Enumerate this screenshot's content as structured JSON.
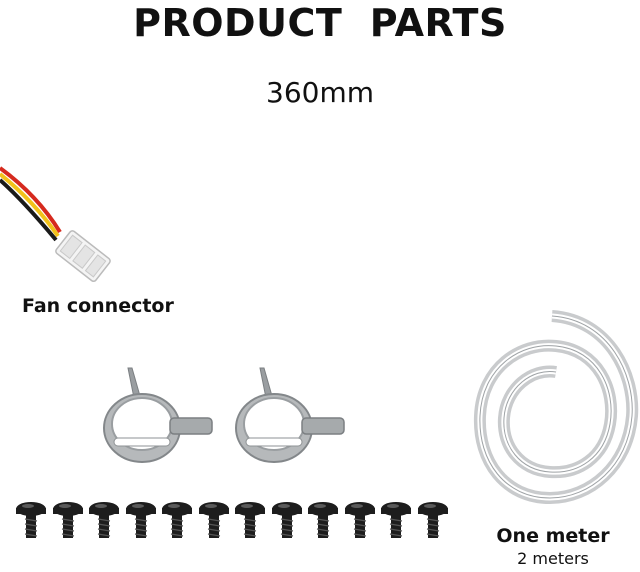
{
  "header": {
    "title": "PRODUCT  PARTS",
    "size_label": "360mm"
  },
  "parts": {
    "fan_connector": {
      "label": "Fan connector",
      "icon": "fan-connector-icon"
    },
    "tube": {
      "label": "One meter",
      "sublabel": "2 meters",
      "icon": "coiled-tube-icon"
    },
    "clamps": {
      "count": 2,
      "icon": "spring-clamp-icon"
    },
    "screws": {
      "count": 12,
      "icon": "screw-icon"
    }
  },
  "colors": {
    "wire_red": "#d62a1e",
    "wire_black": "#1a1a1a",
    "wire_yellow": "#f2c21b",
    "connector": "#f4f4f4",
    "metal": "#a8abad",
    "screw": "#1d1d1d"
  }
}
